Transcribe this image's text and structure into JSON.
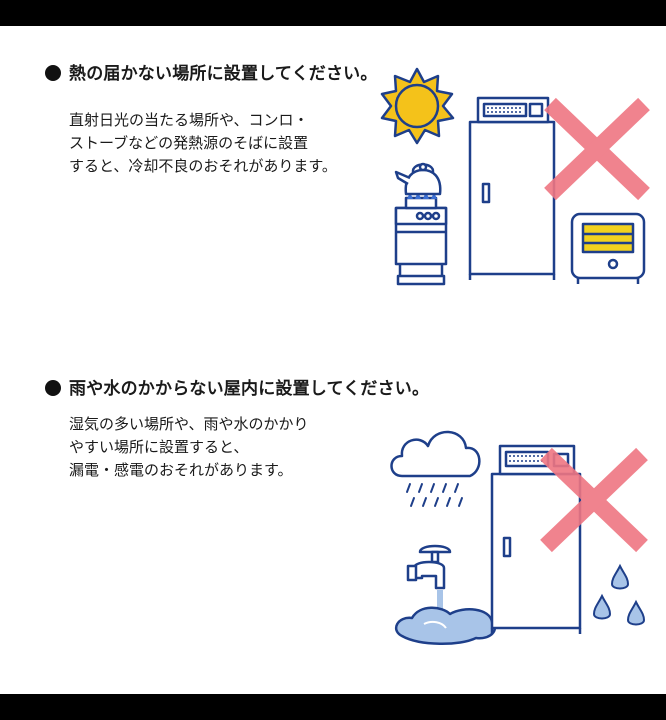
{
  "section1": {
    "heading": "熱の届かない場所に設置してください。",
    "lines": [
      "直射日光の当たる場所や、コンロ・",
      "ストーブなどの発熱源のそばに設置",
      "すると、冷却不良のおそれがあります。"
    ]
  },
  "section2": {
    "heading": "雨や水のかからない屋内に設置してください。",
    "lines": [
      "湿気の多い場所や、雨や水のかかり",
      "やすい場所に設置すると、",
      "漏電・感電のおそれがあります。"
    ]
  },
  "colors": {
    "line": "#1e3f8a",
    "cross": "#ef7682",
    "sun": "#f4c21a",
    "heater": "#f2d21f",
    "flame": "#3b6fd4",
    "water": "#a8c4e8"
  }
}
